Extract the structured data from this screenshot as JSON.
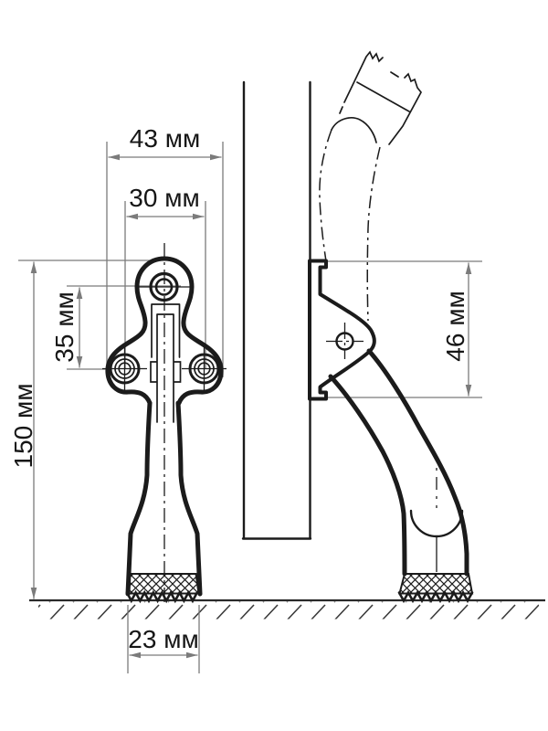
{
  "drawing": {
    "unit": "мм",
    "labels": {
      "plate_width": "43 мм",
      "hole_spacing": "30 мм",
      "hole_offset": "35 мм",
      "total_height": "150 мм",
      "bracket_height": "46 мм",
      "foot_width": "23 мм"
    },
    "colors": {
      "background": "#ffffff",
      "part_line": "#1b1b1b",
      "dimension_line": "#7b7b7b",
      "label_text": "#161616"
    }
  }
}
